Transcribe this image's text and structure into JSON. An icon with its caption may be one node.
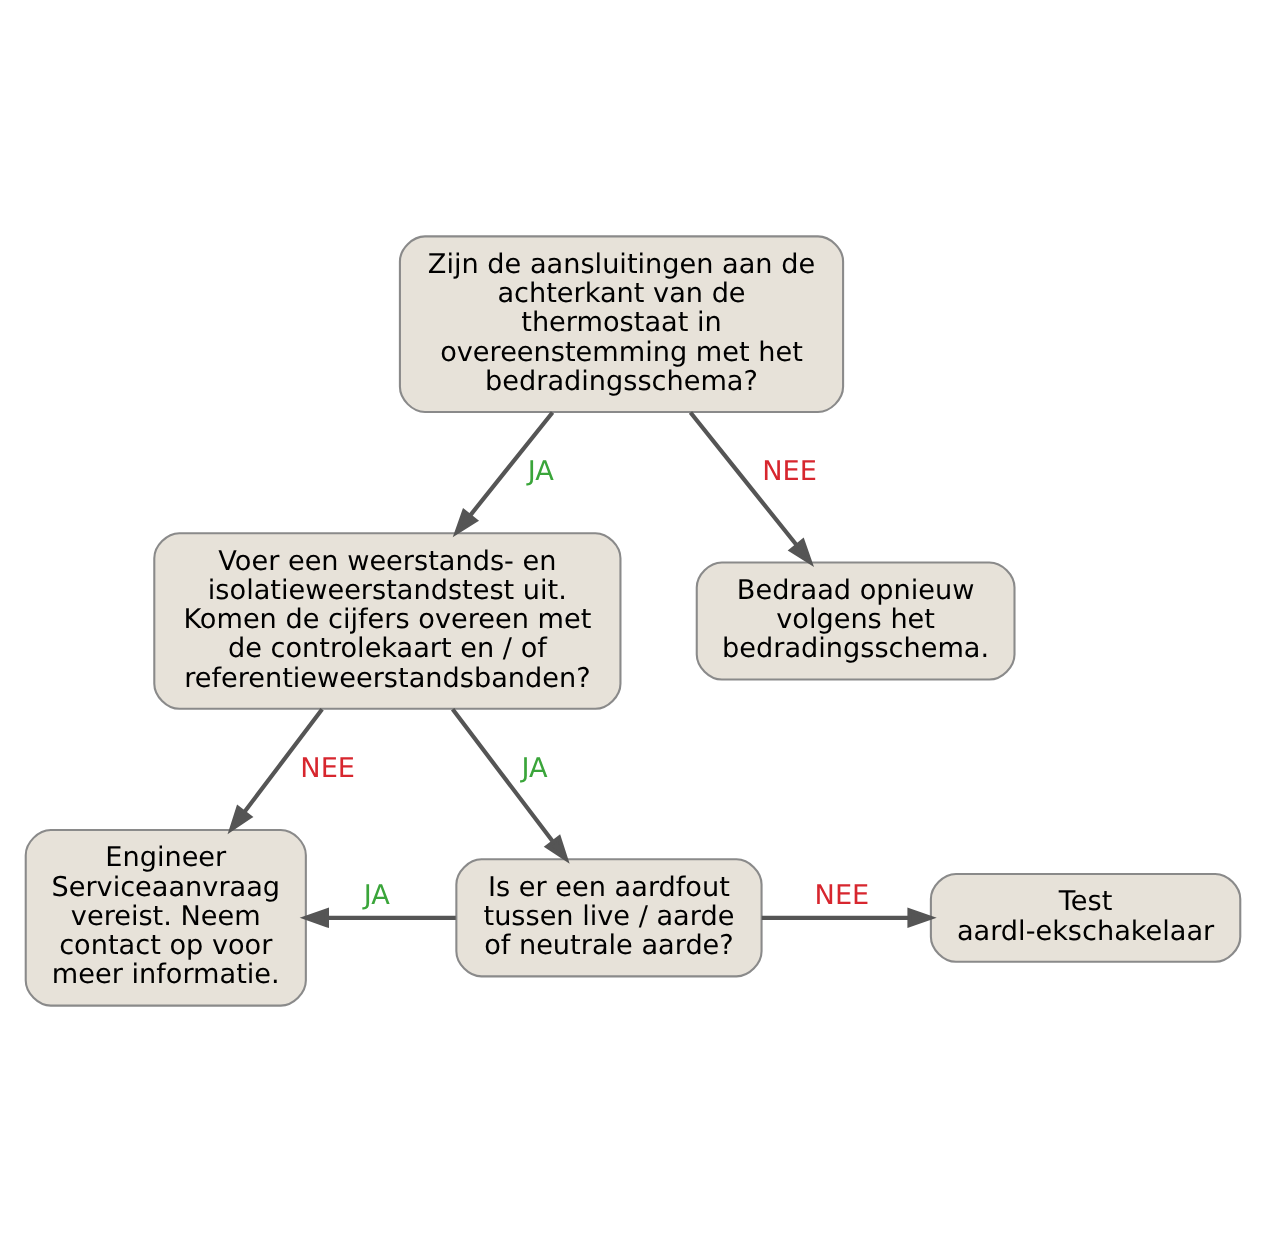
{
  "diagram": {
    "nodes": [
      {
        "text": [
          "Zijn de aansluitingen aan de achterkant van de thermostaat in overeenstemming met het bedradingsschema?"
        ]
      },
      {
        "text": [
          "Voer een weerstands- en isolatieweerstandstest uit. Komen de cijfers overeen met de controlekaart en / of referentieweerstandsbanden?"
        ]
      },
      {
        "text": [
          "Bedraad opnieuw volgens het bedradingsschema."
        ]
      },
      {
        "text": [
          "Engineer Serviceaanvraag vereist. Neem contact op voor meer informatie."
        ]
      },
      {
        "text": [
          "Is er een aardfout tussen live / aarde of neutrale aarde?"
        ]
      },
      {
        "text": [
          "Test aardl-ekschakelaar"
        ]
      }
    ],
    "edges": [
      {
        "from": 0,
        "to": 1,
        "arrow": "to",
        "label": "JA"
      },
      {
        "from": 0,
        "to": 2,
        "arrow": "to",
        "label": "NEE"
      },
      {
        "from": 1,
        "to": 3,
        "arrow": "to",
        "label": "NEE"
      },
      {
        "from": 1,
        "to": 4,
        "arrow": "to",
        "label": "JA"
      },
      {
        "from": 4,
        "to": 3,
        "arrow": "to",
        "label": "JA"
      },
      {
        "from": 4,
        "to": 5,
        "arrow": "to",
        "label": "NEE"
      }
    ]
  }
}
